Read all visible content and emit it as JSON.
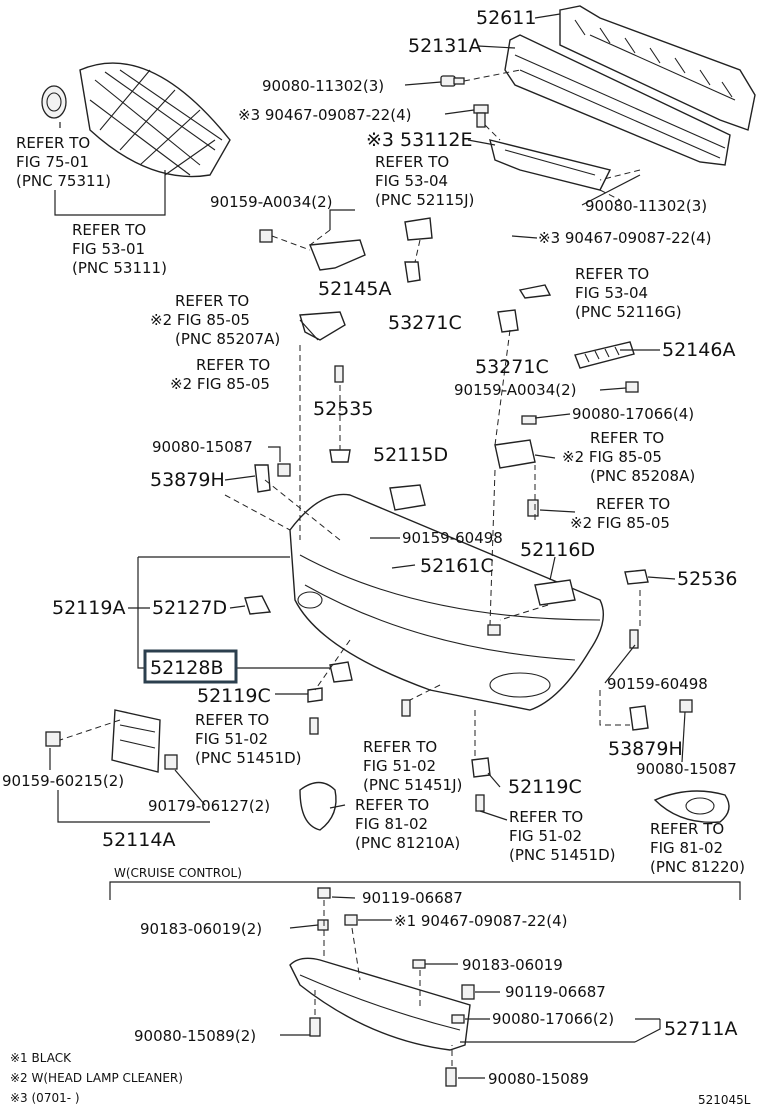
{
  "diagram_code": "521045L",
  "variant_label": "W(CRUISE CONTROL)",
  "highlighted_part": "52128B",
  "labels": {
    "p52611": "52611",
    "p52131A": "52131A",
    "p90080_11302_3a": "90080-11302(3)",
    "p90467_09087_22_4a": "※3 90467-09087-22(4)",
    "p53112E": "※3 53112E",
    "ref53_04_a1": "REFER TO",
    "ref53_04_a2": "FIG 53-04",
    "ref53_04_a3": "(PNC 52115J)",
    "ref75_01_1": "REFER TO",
    "ref75_01_2": "FIG 75-01",
    "ref75_01_3": "(PNC 75311)",
    "ref53_01_1": "REFER TO",
    "ref53_01_2": "FIG 53-01",
    "ref53_01_3": "(PNC 53111)",
    "p90159_A0034_2a": "90159-A0034(2)",
    "p90080_11302_3b": "90080-11302(3)",
    "p90467_09087_22_4b": "※3 90467-09087-22(4)",
    "p52145A": "52145A",
    "ref53_04_b1": "REFER TO",
    "ref53_04_b2": "FIG 53-04",
    "ref53_04_b3": "(PNC 52116G)",
    "ref85_05_a1": "REFER TO",
    "ref85_05_a2": "※2 FIG 85-05",
    "ref85_05_a3": "(PNC 85207A)",
    "p53271C_a": "53271C",
    "p52146A": "52146A",
    "ref85_05_b1": "REFER TO",
    "ref85_05_b2": "※2 FIG 85-05",
    "p53271C_b": "53271C",
    "p90159_A0034_2b": "90159-A0034(2)",
    "p52535": "52535",
    "p90080_17066_4": "90080-17066(4)",
    "ref85_05_c1": "REFER TO",
    "ref85_05_c2": "※2 FIG 85-05",
    "ref85_05_c3": "(PNC 85208A)",
    "p90080_15087_a": "90080-15087",
    "p52115D": "52115D",
    "p53879H_a": "53879H",
    "ref85_05_d1": "REFER TO",
    "ref85_05_d2": "※2 FIG 85-05",
    "p90159_60498_a": "90159-60498",
    "p52161C": "52161C",
    "p52116D": "52116D",
    "p52119A": "52119A",
    "p52127D": "52127D",
    "p52536": "52536",
    "p52128B": "52128B",
    "p90159_60498_b": "90159-60498",
    "p52119C_a": "52119C",
    "ref51_02_a1": "REFER TO",
    "ref51_02_a2": "FIG 51-02",
    "ref51_02_a3": "(PNC 51451D)",
    "ref51_02_b1": "REFER TO",
    "ref51_02_b2": "FIG 51-02",
    "ref51_02_b3": "(PNC 51451J)",
    "p53879H_b": "53879H",
    "p90080_15087_b": "90080-15087",
    "p90159_60215_2": "90159-60215(2)",
    "p52119C_b": "52119C",
    "p90179_06127_2": "90179-06127(2)",
    "ref81_02_a1": "REFER TO",
    "ref81_02_a2": "FIG 81-02",
    "ref81_02_a3": "(PNC 81210A)",
    "ref51_02_c1": "REFER TO",
    "ref51_02_c2": "FIG 51-02",
    "ref51_02_c3": "(PNC 51451D)",
    "ref81_02_b1": "REFER TO",
    "ref81_02_b2": "FIG 81-02",
    "ref81_02_b3": "(PNC 81220)",
    "p52114A": "52114A",
    "p90119_06687_a": "90119-06687",
    "p90183_06019_2": "90183-06019(2)",
    "p90467_09087_22_4c": "※1 90467-09087-22(4)",
    "p90183_06019": "90183-06019",
    "p90119_06687_b": "90119-06687",
    "p90080_17066_2": "90080-17066(2)",
    "p52711A": "52711A",
    "p90080_15089_2": "90080-15089(2)",
    "p90080_15089": "90080-15089"
  },
  "legend": [
    "※1 BLACK",
    "※2 W(HEAD LAMP CLEANER)",
    "※3 (0701-      )"
  ]
}
